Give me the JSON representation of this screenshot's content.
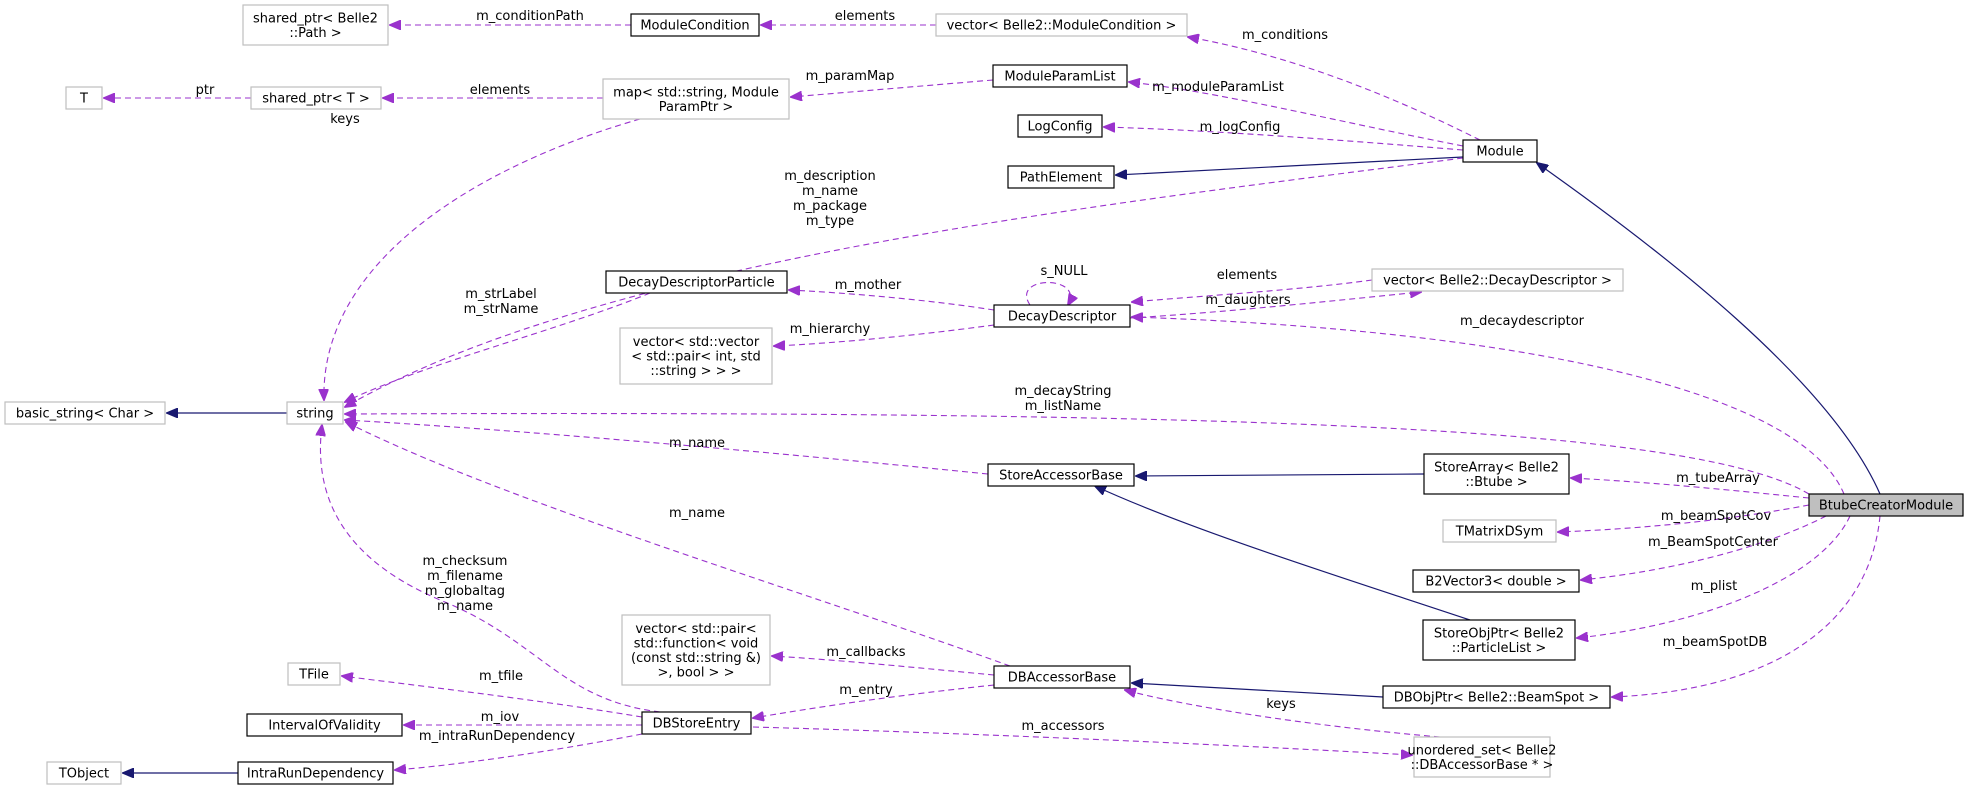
{
  "diagram": {
    "nodes": [
      {
        "id": "shared_path",
        "lines": [
          "shared_ptr< Belle2",
          "::Path >"
        ],
        "style": "gray"
      },
      {
        "id": "ModuleCondition",
        "lines": [
          "ModuleCondition"
        ],
        "style": "black"
      },
      {
        "id": "vec_modcond",
        "lines": [
          "vector< Belle2::ModuleCondition >"
        ],
        "style": "gray"
      },
      {
        "id": "T",
        "lines": [
          "T"
        ],
        "style": "gray"
      },
      {
        "id": "shared_T",
        "lines": [
          "shared_ptr< T >"
        ],
        "style": "gray"
      },
      {
        "id": "map_param",
        "lines": [
          "map< std::string, Module",
          "ParamPtr >"
        ],
        "style": "gray"
      },
      {
        "id": "ModuleParamList",
        "lines": [
          "ModuleParamList"
        ],
        "style": "black"
      },
      {
        "id": "LogConfig",
        "lines": [
          "LogConfig"
        ],
        "style": "black"
      },
      {
        "id": "PathElement",
        "lines": [
          "PathElement"
        ],
        "style": "black"
      },
      {
        "id": "Module",
        "lines": [
          "Module"
        ],
        "style": "black"
      },
      {
        "id": "DDP",
        "lines": [
          "DecayDescriptorParticle"
        ],
        "style": "black"
      },
      {
        "id": "DD",
        "lines": [
          "DecayDescriptor"
        ],
        "style": "black"
      },
      {
        "id": "vec_dd",
        "lines": [
          "vector< Belle2::DecayDescriptor >"
        ],
        "style": "gray"
      },
      {
        "id": "vec_vec",
        "lines": [
          "vector< std::vector",
          "< std::pair< int, std",
          "::string > > >"
        ],
        "style": "gray"
      },
      {
        "id": "basic_string",
        "lines": [
          "basic_string< Char >"
        ],
        "style": "gray"
      },
      {
        "id": "string",
        "lines": [
          "string"
        ],
        "style": "gray"
      },
      {
        "id": "SAB",
        "lines": [
          "StoreAccessorBase"
        ],
        "style": "black"
      },
      {
        "id": "SA_btube",
        "lines": [
          "StoreArray< Belle2",
          "::Btube >"
        ],
        "style": "black"
      },
      {
        "id": "BtubeCreatorModule",
        "lines": [
          "BtubeCreatorModule"
        ],
        "style": "focus"
      },
      {
        "id": "TMatrixDSym",
        "lines": [
          "TMatrixDSym"
        ],
        "style": "gray"
      },
      {
        "id": "B2Vector3",
        "lines": [
          "B2Vector3< double >"
        ],
        "style": "black"
      },
      {
        "id": "SOP_plist",
        "lines": [
          "StoreObjPtr< Belle2",
          "::ParticleList >"
        ],
        "style": "black"
      },
      {
        "id": "vec_pair",
        "lines": [
          "vector< std::pair<",
          "std::function< void",
          "(const std::string &)",
          ">, bool > >"
        ],
        "style": "gray"
      },
      {
        "id": "TFile",
        "lines": [
          "TFile"
        ],
        "style": "gray"
      },
      {
        "id": "DBAB",
        "lines": [
          "DBAccessorBase"
        ],
        "style": "black"
      },
      {
        "id": "DBObj_beam",
        "lines": [
          "DBObjPtr< Belle2::BeamSpot >"
        ],
        "style": "black"
      },
      {
        "id": "IOV",
        "lines": [
          "IntervalOfValidity"
        ],
        "style": "black"
      },
      {
        "id": "DBSE",
        "lines": [
          "DBStoreEntry"
        ],
        "style": "black"
      },
      {
        "id": "TObject",
        "lines": [
          "TObject"
        ],
        "style": "gray"
      },
      {
        "id": "IRD",
        "lines": [
          "IntraRunDependency"
        ],
        "style": "black"
      },
      {
        "id": "uset",
        "lines": [
          "unordered_set< Belle2",
          "::DBAccessorBase * >"
        ],
        "style": "gray"
      }
    ],
    "edges": [
      {
        "id": "e_condpath",
        "type": "member",
        "from": "ModuleCondition",
        "to": "shared_path",
        "labels": [
          "m_conditionPath"
        ]
      },
      {
        "id": "e_vmc_elements",
        "type": "member",
        "from": "vec_modcond",
        "to": "ModuleCondition",
        "labels": [
          "elements"
        ]
      },
      {
        "id": "e_conditions",
        "type": "member",
        "from": "Module",
        "to": "vec_modcond",
        "labels": [
          "m_conditions"
        ]
      },
      {
        "id": "e_ptr",
        "type": "member",
        "from": "shared_T",
        "to": "T",
        "labels": [
          "ptr"
        ]
      },
      {
        "id": "e_map_elements",
        "type": "member",
        "from": "map_param",
        "to": "shared_T",
        "labels": [
          "elements"
        ]
      },
      {
        "id": "e_parammap",
        "type": "member",
        "from": "ModuleParamList",
        "to": "map_param",
        "labels": [
          "m_paramMap"
        ]
      },
      {
        "id": "e_moduleparamlist",
        "type": "member",
        "from": "Module",
        "to": "ModuleParamList",
        "labels": [
          "m_moduleParamList"
        ]
      },
      {
        "id": "e_logconfig",
        "type": "member",
        "from": "Module",
        "to": "LogConfig",
        "labels": [
          "m_logConfig"
        ]
      },
      {
        "id": "e_pathelement",
        "type": "inherit",
        "from": "Module",
        "to": "PathElement",
        "labels": []
      },
      {
        "id": "e_module_inherit",
        "type": "inherit",
        "from": "BtubeCreatorModule",
        "to": "Module",
        "labels": []
      },
      {
        "id": "e_keys",
        "type": "member",
        "from": "map_param",
        "to": "string",
        "labels": [
          "keys"
        ]
      },
      {
        "id": "e_module_strings",
        "type": "member",
        "from": "Module",
        "to": "string",
        "labels": [
          "m_description",
          "m_name",
          "m_package",
          "m_type"
        ]
      },
      {
        "id": "e_ddp_strings",
        "type": "member",
        "from": "DDP",
        "to": "string",
        "labels": [
          "m_strLabel",
          "m_strName"
        ]
      },
      {
        "id": "e_mother",
        "type": "member",
        "from": "DD",
        "to": "DDP",
        "labels": [
          "m_mother"
        ]
      },
      {
        "id": "e_snull",
        "type": "member",
        "from": "DD",
        "to": "DD",
        "labels": [
          "s_NULL"
        ]
      },
      {
        "id": "e_vdd_elements",
        "type": "member",
        "from": "vec_dd",
        "to": "DD",
        "labels": [
          "elements"
        ]
      },
      {
        "id": "e_daughters",
        "type": "member",
        "from": "DD",
        "to": "vec_dd",
        "labels": [
          "m_daughters"
        ]
      },
      {
        "id": "e_hierarchy",
        "type": "member",
        "from": "DD",
        "to": "vec_vec",
        "labels": [
          "m_hierarchy"
        ]
      },
      {
        "id": "e_decaydescriptor",
        "type": "member",
        "from": "BtubeCreatorModule",
        "to": "DD",
        "labels": [
          "m_decaydescriptor"
        ]
      },
      {
        "id": "e_basic_string",
        "type": "inherit",
        "from": "string",
        "to": "basic_string",
        "labels": []
      },
      {
        "id": "e_decaystring",
        "type": "member",
        "from": "BtubeCreatorModule",
        "to": "string",
        "labels": [
          "m_decayString",
          "m_listName"
        ]
      },
      {
        "id": "e_sab_name",
        "type": "member",
        "from": "SAB",
        "to": "string",
        "labels": [
          "m_name"
        ]
      },
      {
        "id": "e_sa_inherit",
        "type": "inherit",
        "from": "SA_btube",
        "to": "SAB",
        "labels": []
      },
      {
        "id": "e_tubearray",
        "type": "member",
        "from": "BtubeCreatorModule",
        "to": "SA_btube",
        "labels": [
          "m_tubeArray"
        ]
      },
      {
        "id": "e_beamspotcov",
        "type": "member",
        "from": "BtubeCreatorModule",
        "to": "TMatrixDSym",
        "labels": [
          "m_beamSpotCov"
        ]
      },
      {
        "id": "e_beamspotcenter",
        "type": "member",
        "from": "BtubeCreatorModule",
        "to": "B2Vector3",
        "labels": [
          "m_BeamSpotCenter"
        ]
      },
      {
        "id": "e_plist",
        "type": "member",
        "from": "BtubeCreatorModule",
        "to": "SOP_plist",
        "labels": [
          "m_plist"
        ]
      },
      {
        "id": "e_sop_inherit",
        "type": "inherit",
        "from": "SOP_plist",
        "to": "SAB",
        "labels": []
      },
      {
        "id": "e_beamspotdb",
        "type": "member",
        "from": "BtubeCreatorModule",
        "to": "DBObj_beam",
        "labels": [
          "m_beamSpotDB"
        ]
      },
      {
        "id": "e_dbobj_inherit",
        "type": "inherit",
        "from": "DBObj_beam",
        "to": "DBAB",
        "labels": []
      },
      {
        "id": "e_dbab_name",
        "type": "member",
        "from": "DBAB",
        "to": "string",
        "labels": [
          "m_name"
        ]
      },
      {
        "id": "e_callbacks",
        "type": "member",
        "from": "DBAB",
        "to": "vec_pair",
        "labels": [
          "m_callbacks"
        ]
      },
      {
        "id": "e_entry",
        "type": "member",
        "from": "DBAB",
        "to": "DBSE",
        "labels": [
          "m_entry"
        ]
      },
      {
        "id": "e_dbse_strings",
        "type": "member",
        "from": "DBSE",
        "to": "string",
        "labels": [
          "m_checksum",
          "m_filename",
          "m_globaltag",
          "m_name"
        ]
      },
      {
        "id": "e_tfile",
        "type": "member",
        "from": "DBSE",
        "to": "TFile",
        "labels": [
          "m_tfile"
        ]
      },
      {
        "id": "e_iov",
        "type": "member",
        "from": "DBSE",
        "to": "IOV",
        "labels": [
          "m_iov"
        ]
      },
      {
        "id": "e_intrarun",
        "type": "member",
        "from": "DBSE",
        "to": "IRD",
        "labels": [
          "m_intraRunDependency"
        ]
      },
      {
        "id": "e_accessors",
        "type": "member",
        "from": "DBSE",
        "to": "uset",
        "labels": [
          "m_accessors"
        ]
      },
      {
        "id": "e_uset_keys",
        "type": "member",
        "from": "uset",
        "to": "DBAB",
        "labels": [
          "keys"
        ]
      },
      {
        "id": "e_tobject",
        "type": "inherit",
        "from": "IRD",
        "to": "TObject",
        "labels": []
      }
    ],
    "colors": {
      "member_edge": "#9a32cd",
      "inherit_edge": "#191970",
      "node_gray_border": "#bfbfbf",
      "node_black_border": "#000000",
      "focus_fill": "#bfbfbf"
    }
  }
}
